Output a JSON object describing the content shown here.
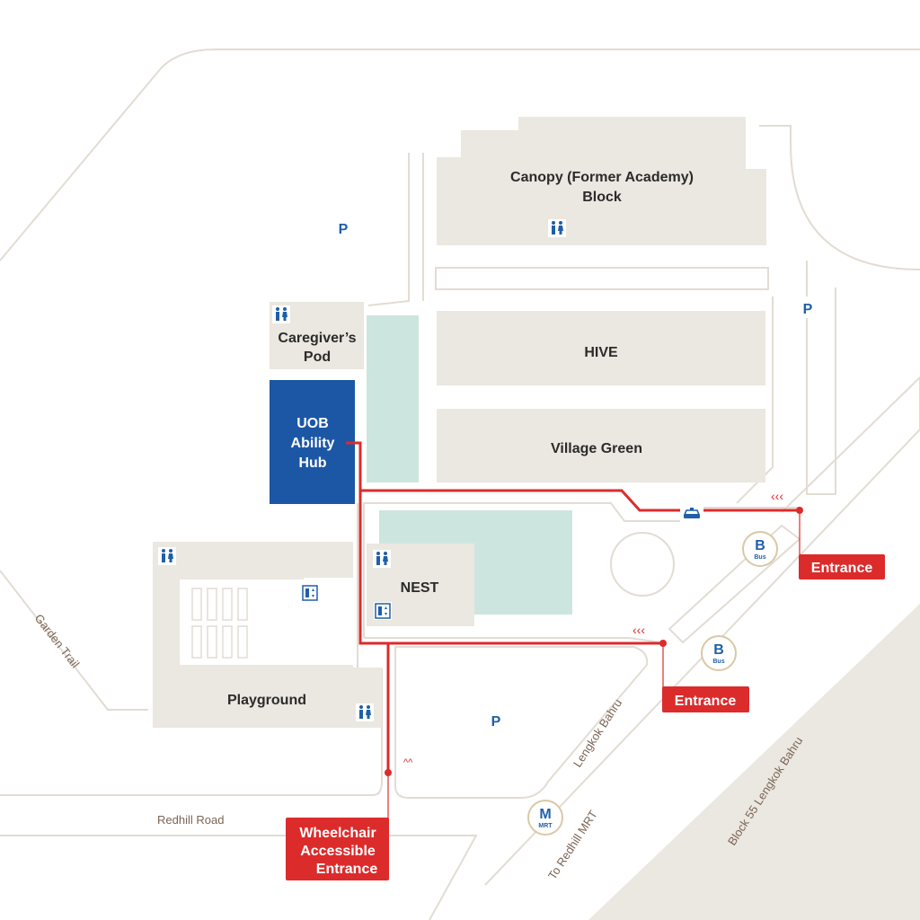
{
  "buildings": {
    "canopy": [
      "Canopy (Former Academy)",
      "Block"
    ],
    "hive": "HIVE",
    "village_green": "Village Green",
    "caregivers_pod": [
      "Caregiver’s",
      "Pod"
    ],
    "uob_hub": [
      "UOB",
      "Ability",
      "Hub"
    ],
    "nest": "NEST",
    "playground": "Playground"
  },
  "roads": {
    "garden_trail": "Garden Trail",
    "redhill_road": "Redhill Road",
    "lengkok_bahru": "Lengkok Bahru",
    "to_redhill_mrt": "To Redhill MRT",
    "block55": "Block 55 Lengkok Bahru"
  },
  "markers": {
    "parking": "P",
    "bus_letter": "B",
    "bus_sub": "Bus",
    "mrt_letter": "M",
    "mrt_sub": "MRT",
    "arrows_left": "‹‹‹",
    "arrows_up": "^^"
  },
  "entrances": {
    "east": "Entrance",
    "south": "Entrance",
    "wheelchair": [
      "Wheelchair",
      "Accessible",
      "Entrance"
    ]
  },
  "colors": {
    "building": "#ebe7e1",
    "hub": "#1c57a5",
    "green_space": "#cde5df",
    "route": "#dc2b2b",
    "icon_blue": "#1f5fa8"
  },
  "icons": [
    "toilet-icon",
    "lift-icon",
    "taxi-icon",
    "parking-icon",
    "bus-stop-icon",
    "mrt-icon"
  ]
}
